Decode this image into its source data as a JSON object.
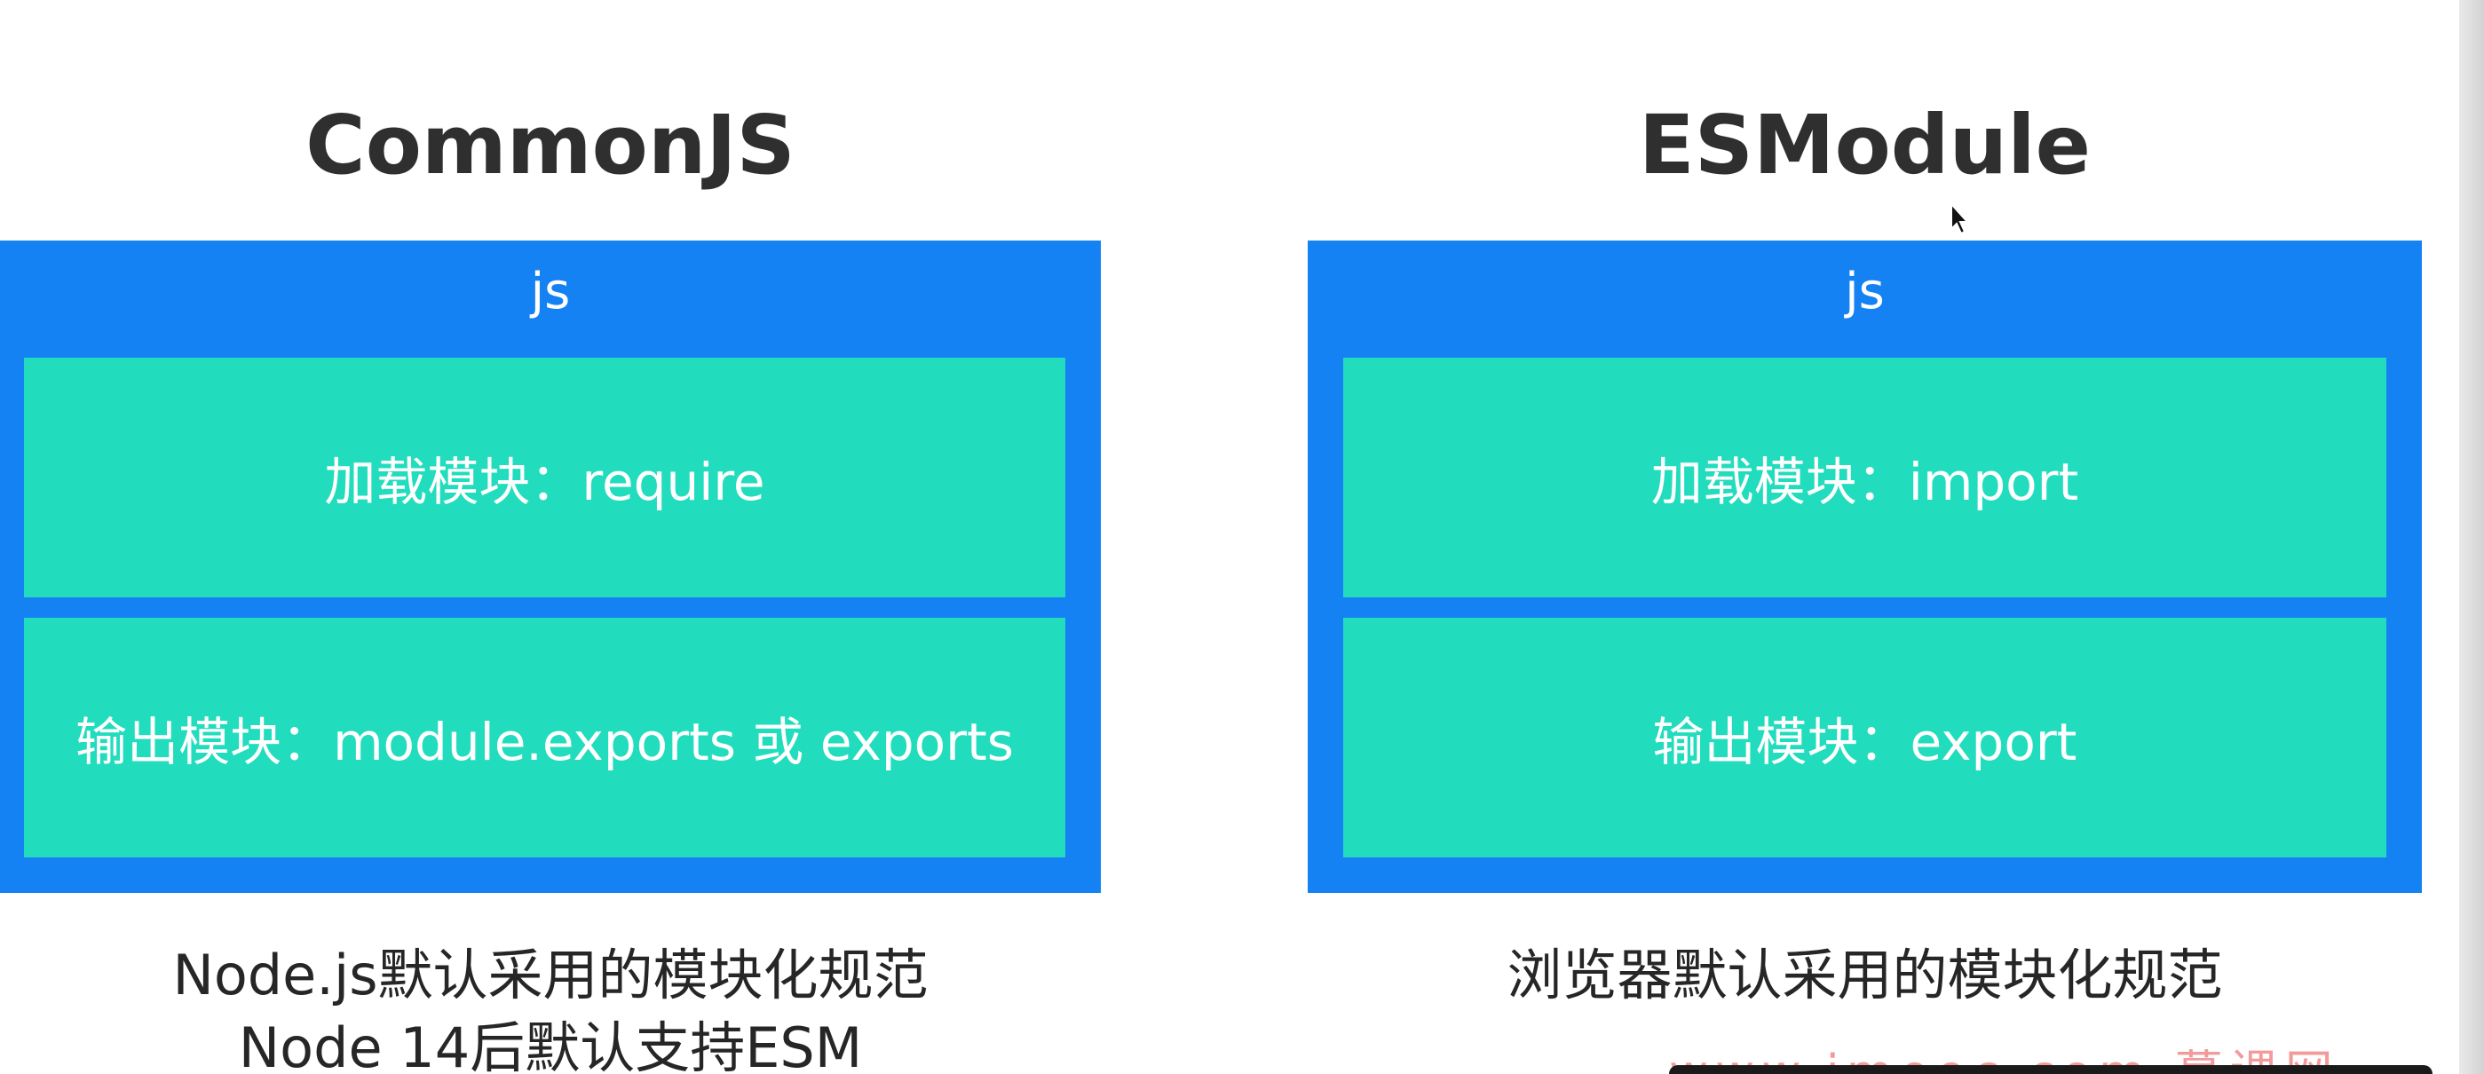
{
  "left": {
    "title": "CommonJS",
    "panel_label": "js",
    "load_label": "加载模块：require",
    "export_label": "输出模块：module.exports 或 exports",
    "caption_line1": "Node.js默认采用的模块化规范",
    "caption_line2": "Node 14后默认支持ESM"
  },
  "right": {
    "title": "ESModule",
    "panel_label": "js",
    "load_label": "加载模块：import",
    "export_label": "输出模块：export",
    "caption_line1": "浏览器默认采用的模块化规范"
  },
  "watermark": "www.imooc.com  慕课网",
  "colors": {
    "panel_blue": "#1582f3",
    "box_teal": "#22dcbe",
    "title_text": "#2f2f2f"
  },
  "icons": {
    "cursor": "mouse-pointer-icon",
    "watermark_logo": "imooc-logo-icon"
  }
}
